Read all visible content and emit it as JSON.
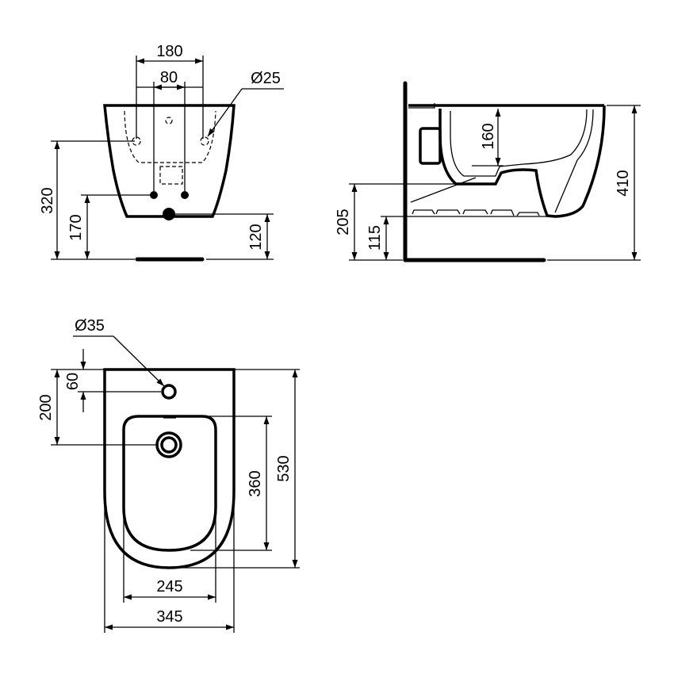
{
  "front_view": {
    "width_outer": "180",
    "width_inner": "80",
    "hole_diameter": "Ø25",
    "height_total": "320",
    "height_mid": "170",
    "height_low": "120"
  },
  "side_view": {
    "height_top": "160",
    "height_total": "410",
    "height_mid": "205",
    "height_low": "115"
  },
  "plan_view": {
    "hole_diameter": "Ø35",
    "offset_small": "60",
    "offset_total": "200",
    "bowl_length": "360",
    "total_length": "530",
    "bowl_width": "245",
    "total_width": "345"
  }
}
